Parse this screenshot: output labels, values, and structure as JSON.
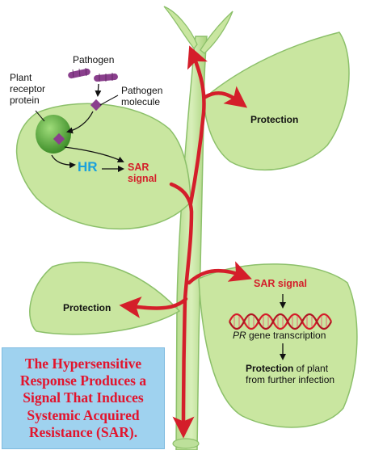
{
  "labels": {
    "pathogen": "Pathogen",
    "plant_receptor": "Plant\nreceptor\nprotein",
    "pathogen_molecule": "Pathogen\nmolecule",
    "hr": "HR",
    "sar_signal_left": "SAR\nsignal",
    "protection_top": "Protection",
    "protection_left": "Protection",
    "sar_signal_right": "SAR signal",
    "pr_gene_italic": "PR",
    "pr_gene_rest": " gene transcription",
    "protection_bottom_bold": "Protection",
    "protection_bottom_rest": " of plant",
    "protection_bottom_line2": "from further infection"
  },
  "caption": "The Hypersensitive\nResponse Produces a\nSignal That Induces\nSystemic Acquired\nResistance (SAR).",
  "colors": {
    "leaf_fill": "#c9e6a0",
    "leaf_stroke": "#8cc06a",
    "signal_red": "#d41e2a",
    "hr_blue": "#1aa0dc",
    "pathogen_purple": "#8a3f8d",
    "receptor_green": "#5aab3c",
    "caption_bg": "#9fd2ef",
    "caption_text": "#e2142d"
  }
}
